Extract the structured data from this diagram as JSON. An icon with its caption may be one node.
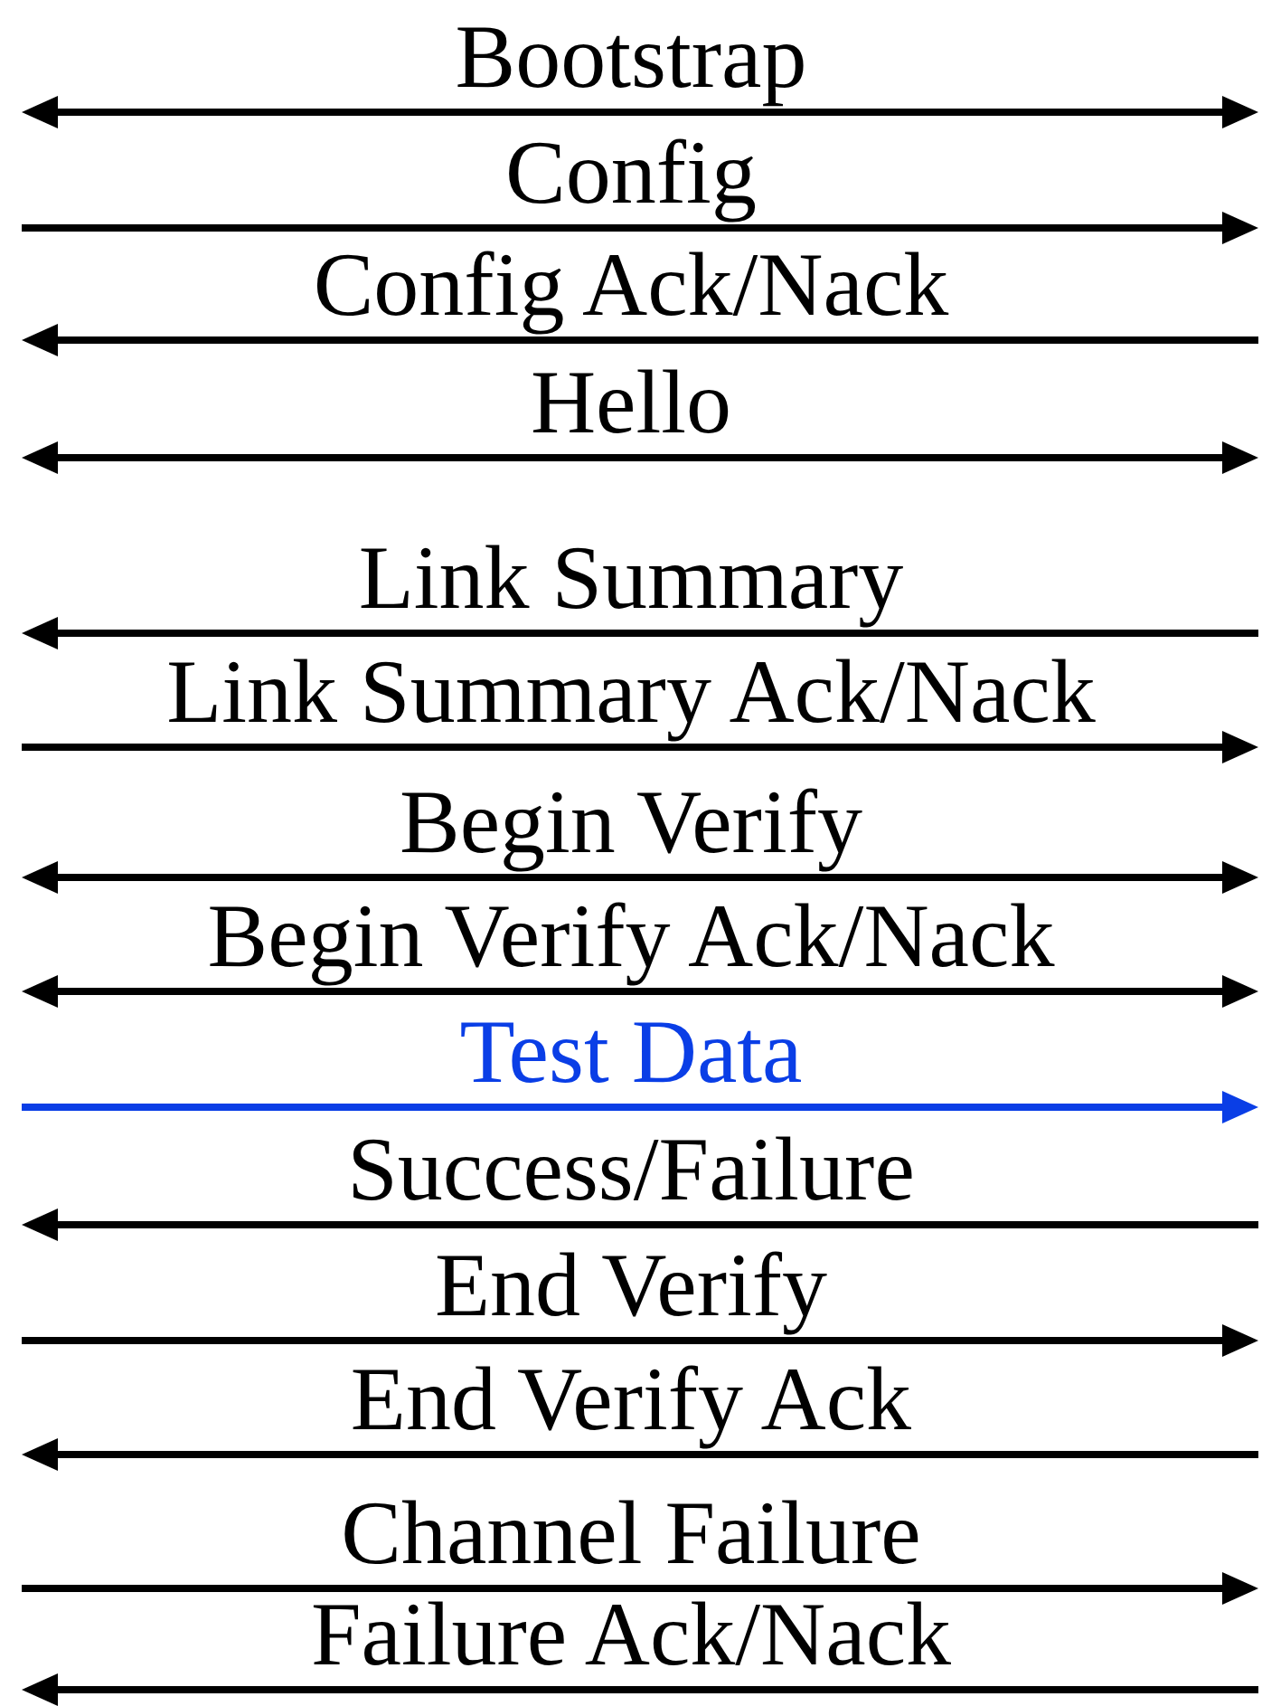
{
  "diagram": {
    "labels": [
      "Bootstrap",
      "Config",
      "Config Ack/Nack",
      "Hello",
      "Link Summary",
      "Link Summary Ack/Nack",
      "Begin Verify",
      "Begin Verify Ack/Nack",
      "Test Data",
      "Success/Failure",
      "End Verify",
      "End Verify Ack",
      "Channel Failure",
      "Failure Ack/Nack"
    ]
  }
}
